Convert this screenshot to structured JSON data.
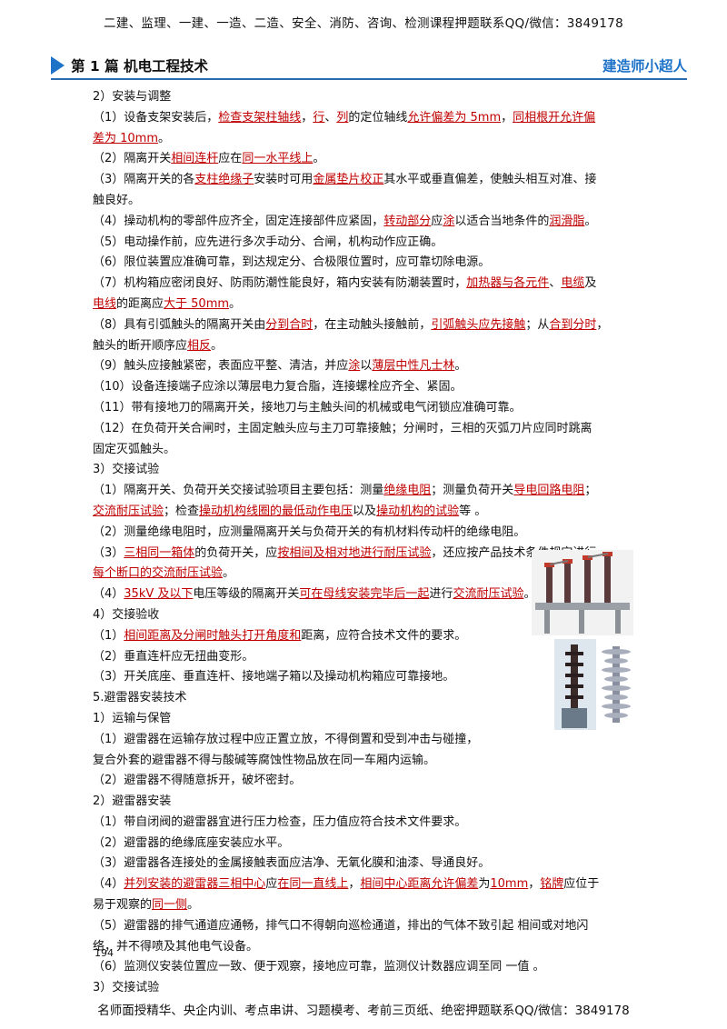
{
  "banner_top": "二建、监理、一建、一造、二造、安全、消防、咨询、检测课程押题联系QQ/微信：3849178",
  "header": {
    "title": "第 1 篇  机电工程技术",
    "author": "建造师小超人"
  },
  "lines": [
    [
      [
        "2）安装与调整",
        0
      ]
    ],
    [
      [
        "（1）设备支架安装后，",
        0
      ],
      [
        "检查支架柱轴线",
        1
      ],
      [
        "，",
        0
      ],
      [
        "行",
        1
      ],
      [
        "、",
        0
      ],
      [
        "列",
        1
      ],
      [
        "的定位轴线",
        0
      ],
      [
        "允许偏差为 5mm",
        1
      ],
      [
        "，",
        0
      ],
      [
        "同相根开允许偏",
        1
      ]
    ],
    [
      [
        "差为 10mm",
        1
      ],
      [
        "。",
        0
      ]
    ],
    [
      [
        "（2）隔离开关",
        0
      ],
      [
        "相间连杆",
        1
      ],
      [
        "应在",
        0
      ],
      [
        "同一水平线上",
        1
      ],
      [
        "。",
        0
      ]
    ],
    [
      [
        "（3）隔离开关的各",
        0
      ],
      [
        "支柱绝缘子",
        1
      ],
      [
        "安装时可用",
        0
      ],
      [
        "金属垫片校正",
        1
      ],
      [
        "其水平或垂直偏差，使触头相互对准、接",
        0
      ]
    ],
    [
      [
        "触良好。",
        0
      ]
    ],
    [
      [
        "（4）操动机构的零部件应齐全，固定连接部件应紧固，",
        0
      ],
      [
        "转动部分",
        1
      ],
      [
        "应",
        0
      ],
      [
        "涂",
        1
      ],
      [
        "以适合当地条件的",
        0
      ],
      [
        "润滑脂",
        1
      ],
      [
        "。",
        0
      ]
    ],
    [
      [
        "（5）电动操作前，应先进行多次手动分、合闸，机构动作应正确。",
        0
      ]
    ],
    [
      [
        "（6）限位装置应准确可靠，到达规定分、合极限位置时，应可靠切除电源。",
        0
      ]
    ],
    [
      [
        "（7）机构箱应密闭良好、防雨防潮性能良好，箱内安装有防潮装置时，",
        0
      ],
      [
        "加热器与各元件",
        1
      ],
      [
        "、",
        0
      ],
      [
        "电缆",
        1
      ],
      [
        "及",
        0
      ]
    ],
    [
      [
        "电线",
        1
      ],
      [
        "的距离应",
        0
      ],
      [
        "大于 50mm",
        1
      ],
      [
        "。",
        0
      ]
    ],
    [
      [
        "（8）具有引弧触头的隔离开关由",
        0
      ],
      [
        "分到合时",
        1
      ],
      [
        "，在主动触头接触前，",
        0
      ],
      [
        "引弧触头应先接触",
        1
      ],
      [
        "；从",
        0
      ],
      [
        "合到分时",
        1
      ],
      [
        "，",
        0
      ]
    ],
    [
      [
        "触头的断开顺序应",
        0
      ],
      [
        "相反",
        1
      ],
      [
        "。",
        0
      ]
    ],
    [
      [
        "（9）触头应接触紧密，表面应平整、清洁，并应",
        0
      ],
      [
        "涂",
        1
      ],
      [
        "以",
        0
      ],
      [
        "薄层中性凡士林",
        1
      ],
      [
        "。",
        0
      ]
    ],
    [
      [
        "（10）设备连接端子应涂以薄层电力复合脂，连接螺栓应齐全、紧固。",
        0
      ]
    ],
    [
      [
        "（11）带有接地刀的隔离开关，接地刀与主触头间的机械或电气闭锁应准确可靠。",
        0
      ]
    ],
    [
      [
        "（12）在负荷开关合闸时，主固定触头应与主刀可靠接触；分闸时，三相的灭弧刀片应同时跳离",
        0
      ]
    ],
    [
      [
        "固定灭弧触头。",
        0
      ]
    ],
    [
      [
        "3）交接试验",
        0
      ]
    ],
    [
      [
        "（1）隔离开关、负荷开关交接试验项目主要包括：测量",
        0
      ],
      [
        "绝缘电阻",
        1
      ],
      [
        "；测量负荷开关",
        0
      ],
      [
        "导电回路电阻",
        1
      ],
      [
        "；",
        0
      ]
    ],
    [
      [
        "交流耐压试验",
        1
      ],
      [
        "；检查",
        0
      ],
      [
        "操动机构线圈的最低动作电压",
        1
      ],
      [
        "以及",
        0
      ],
      [
        "操动机构的试验",
        1
      ],
      [
        "等 。",
        0
      ]
    ],
    [
      [
        "（2）测量绝缘电阻时，应测量隔离开关与负荷开关的有机材料传动杆的绝缘电阻。",
        0
      ]
    ],
    [
      [
        "（3）",
        0
      ],
      [
        "三相同一箱体",
        1
      ],
      [
        "的负荷开关，应",
        0
      ],
      [
        "按相间及相对地进行耐压试验",
        1
      ],
      [
        "，还应按产品技术条件规定进行",
        0
      ]
    ],
    [
      [
        "每个断口的交流耐压试验",
        1
      ],
      [
        "。",
        0
      ]
    ],
    [
      [
        "（4）",
        0
      ],
      [
        "35kV 及以下",
        1
      ],
      [
        "电压等级的隔离开关",
        0
      ],
      [
        "可在母线安装完毕后一起",
        1
      ],
      [
        "进行",
        0
      ],
      [
        "交流耐压试验",
        1
      ],
      [
        "。",
        0
      ]
    ],
    [
      [
        "4）交接验收",
        0
      ]
    ],
    [
      [
        "（1）",
        0
      ],
      [
        "相间距离及分闸时触头打开角度和",
        1
      ],
      [
        "距离，应符合技术文件的要求。",
        0
      ]
    ],
    [
      [
        "（2）垂直连杆应无扭曲变形。",
        0
      ]
    ],
    [
      [
        "（3）开关底座、垂直连杆、接地端子箱以及操动机构箱应可靠接地。",
        0
      ]
    ],
    [
      [
        "5.避雷器安装技术",
        0
      ]
    ],
    [
      [
        "1）运输与保管",
        0
      ]
    ],
    [
      [
        "（1）避雷器在运输存放过程中应正置立放，不得倒置和受到冲击与碰撞，",
        0
      ]
    ],
    [
      [
        "复合外套的避雷器不得与酸碱等腐蚀性物品放在同一车厢内运输。",
        0
      ]
    ],
    [
      [
        "（2）避雷器不得随意拆开，破坏密封。",
        0
      ]
    ],
    [
      [
        "2）避雷器安装",
        0
      ]
    ],
    [
      [
        "（1）带自闭阀的避雷器宜进行压力检查，压力值应符合技术文件要求。",
        0
      ]
    ],
    [
      [
        "（2）避雷器的绝缘底座安装应水平。",
        0
      ]
    ],
    [
      [
        "（3）避雷器各连接处的金属接触表面应洁净、无氧化膜和油漆、导通良好。",
        0
      ]
    ],
    [
      [
        "（4）",
        0
      ],
      [
        "并列安装的避雷器三相中心",
        1
      ],
      [
        "应",
        0
      ],
      [
        "在同一直线上",
        1
      ],
      [
        "，",
        0
      ],
      [
        "相间中心距离允许偏差",
        1
      ],
      [
        "为",
        0
      ],
      [
        "10mm",
        1
      ],
      [
        "，",
        0
      ],
      [
        "铭牌",
        1
      ],
      [
        "应位于",
        0
      ]
    ],
    [
      [
        "易于观察的",
        0
      ],
      [
        "同一侧",
        1
      ],
      [
        "。",
        0
      ]
    ],
    [
      [
        "（5）避雷器的排气通道应通畅，排气口不得朝向巡检通道，排出的气体不致引起 相间或对地闪",
        0
      ]
    ],
    [
      [
        "络，并不得喷及其他电气设备。",
        0
      ]
    ],
    [
      [
        "（6）监测仪安装位置应一致、便于观察，接地应可靠，监测仪计数器应调至同 一值 。",
        0
      ]
    ],
    [
      [
        "3）交接试验",
        0
      ]
    ]
  ],
  "page_number": "194",
  "banner_bottom": "名师面授精华、央企内训、考点串讲、习题模考、考前三页纸、绝密押题联系QQ/微信：3849178",
  "colors": {
    "accent": "#1e73c8",
    "emphasis": "#c00000"
  },
  "figures": [
    {
      "name": "disconnect-switch-photo"
    },
    {
      "name": "surge-arrester-photo"
    }
  ]
}
